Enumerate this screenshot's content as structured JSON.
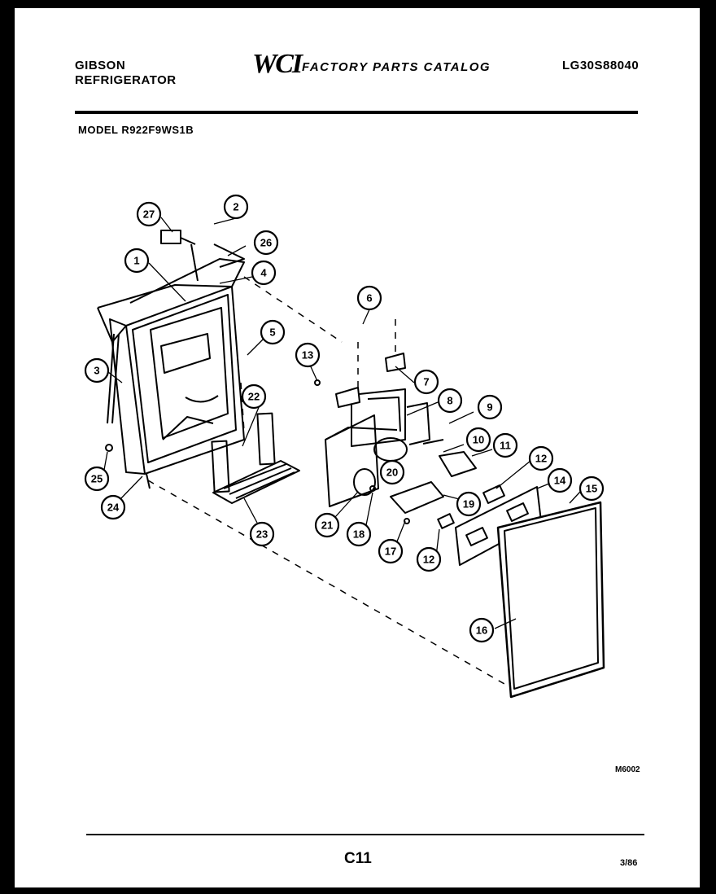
{
  "header": {
    "brand_line1": "GIBSON",
    "brand_line2": "REFRIGERATOR",
    "logo_text": "WCI",
    "catalog_title": "FACTORY PARTS CATALOG",
    "catalog_code": "LG30S88040",
    "model_label": "MODEL R922F9WS1B"
  },
  "footer": {
    "figure_ref": "M6002",
    "page_number": "C11",
    "date": "3/86"
  },
  "callouts": [
    "1",
    "2",
    "3",
    "4",
    "5",
    "6",
    "7",
    "8",
    "9",
    "10",
    "11",
    "12",
    "12",
    "13",
    "14",
    "15",
    "16",
    "17",
    "18",
    "19",
    "20",
    "21",
    "22",
    "23",
    "24",
    "25",
    "26",
    "27"
  ]
}
